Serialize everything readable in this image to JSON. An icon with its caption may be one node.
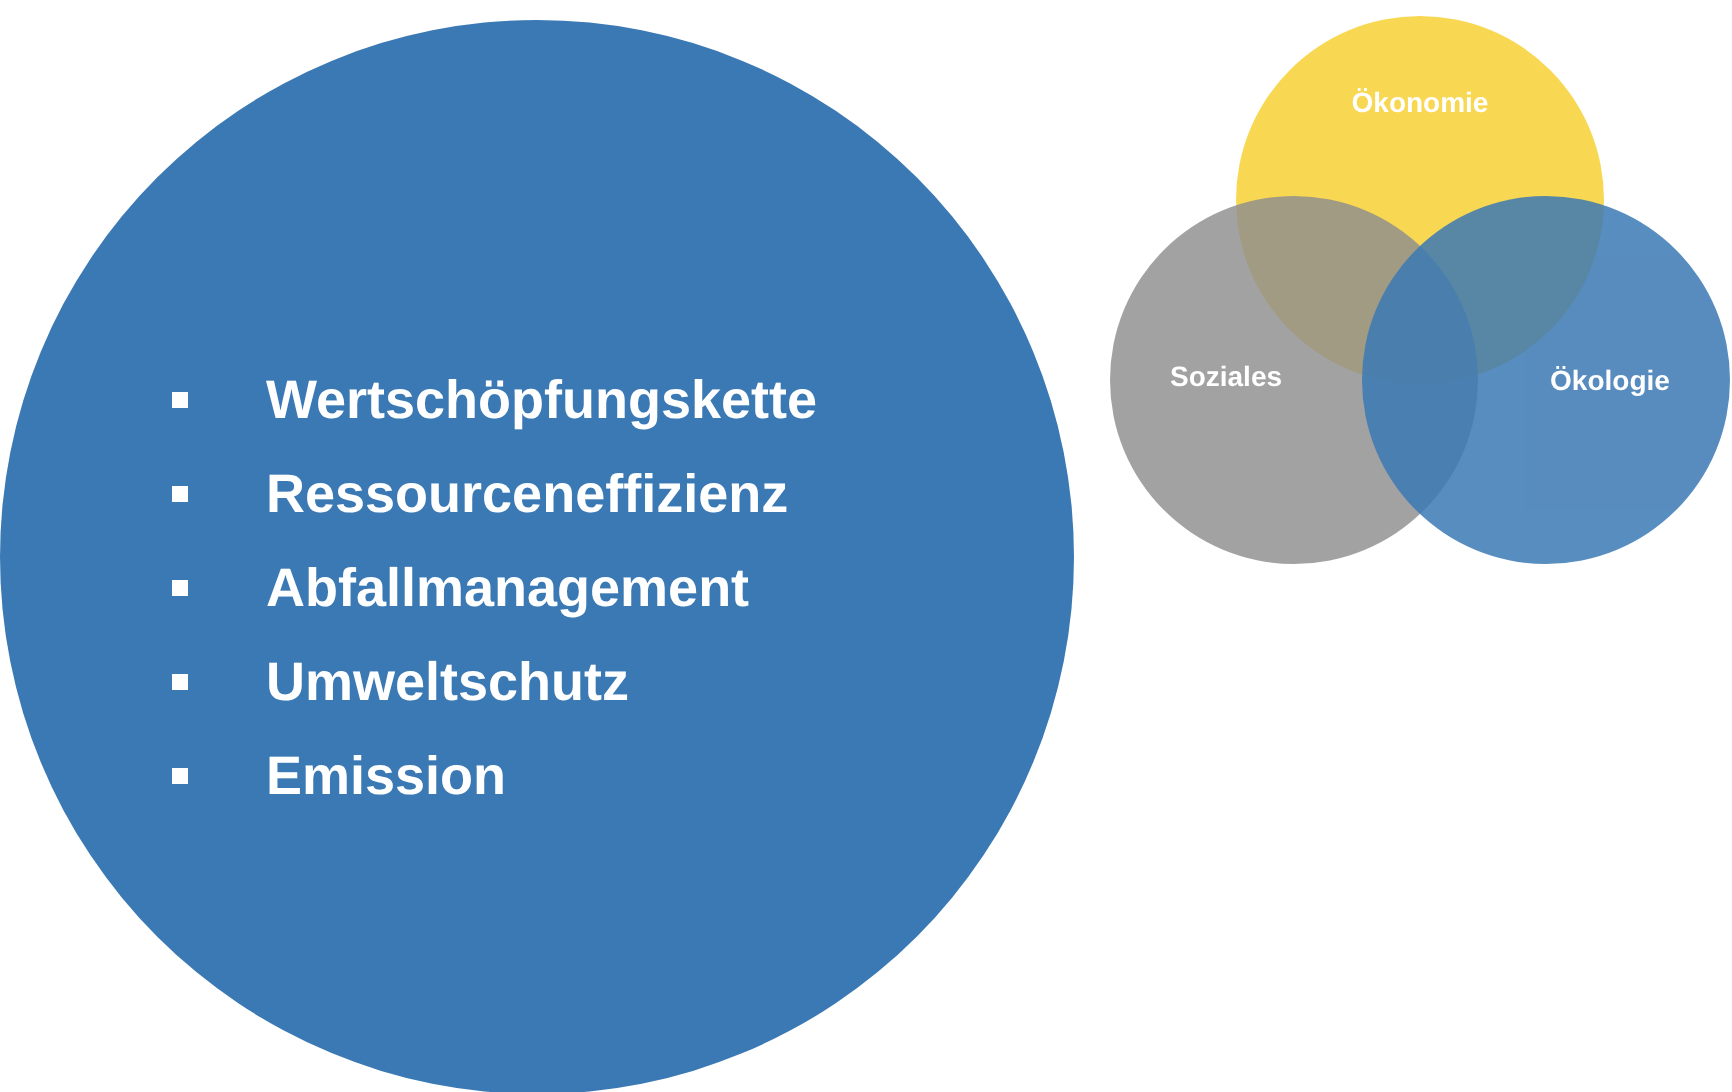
{
  "diagram": {
    "nodes": [
      {
        "text": [
          "Wertschöpfungskette",
          "Ressourceneffizienz",
          "Abfallmanagement",
          "Umweltschutz",
          "Emission"
        ]
      },
      {
        "text": [
          "Ökonomie"
        ]
      },
      {
        "text": [
          "Soziales"
        ]
      },
      {
        "text": [
          "Ökologie"
        ]
      }
    ]
  }
}
